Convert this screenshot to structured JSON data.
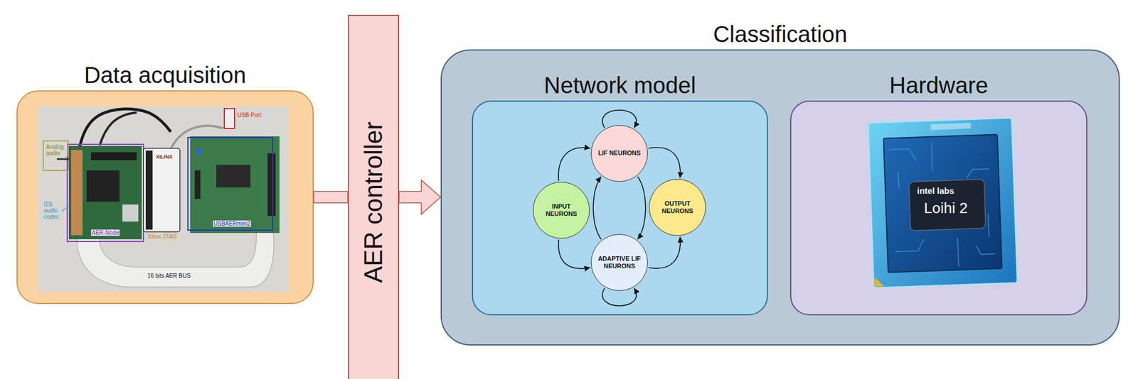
{
  "diagram": {
    "nodes": [
      {
        "text": [
          "Data acquisition"
        ]
      },
      {
        "text": [
          "AER controller"
        ]
      },
      {
        "text": [
          "Classification"
        ]
      },
      {
        "text": [
          "Network model"
        ],
        "in": 2
      },
      {
        "text": [
          "LIF NEURONS"
        ],
        "in": 3
      },
      {
        "text": [
          "INPUT NEURONS"
        ],
        "in": 3
      },
      {
        "text": [
          "OUTPUT NEURONS"
        ],
        "in": 3
      },
      {
        "text": [
          "ADAPTIVE LIF NEURONS"
        ],
        "in": 3
      },
      {
        "text": [
          "Hardware"
        ],
        "in": 2
      }
    ],
    "edges": [
      {
        "from": 0,
        "to": 1,
        "arrow": "none"
      },
      {
        "from": 1,
        "to": 2,
        "arrow": "to"
      },
      {
        "from": 5,
        "to": 4,
        "arrow": "to"
      },
      {
        "from": 5,
        "to": 7,
        "arrow": "to"
      },
      {
        "from": 4,
        "to": 6,
        "arrow": "to"
      },
      {
        "from": 7,
        "to": 6,
        "arrow": "to"
      },
      {
        "from": 4,
        "to": 4,
        "arrow": "to"
      },
      {
        "from": 7,
        "to": 7,
        "arrow": "to"
      },
      {
        "from": 7,
        "to": 4,
        "arrow": "to"
      },
      {
        "from": 4,
        "to": 7,
        "arrow": "to"
      }
    ],
    "labels": [
      "Analog audio",
      "I2S audio codec",
      "AER-Node",
      "XILINX",
      "Xilinx JTAG",
      "USB Port",
      "USBAERmini2",
      "16 bits AER BUS",
      "intel labs",
      "Loihi 2"
    ]
  }
}
